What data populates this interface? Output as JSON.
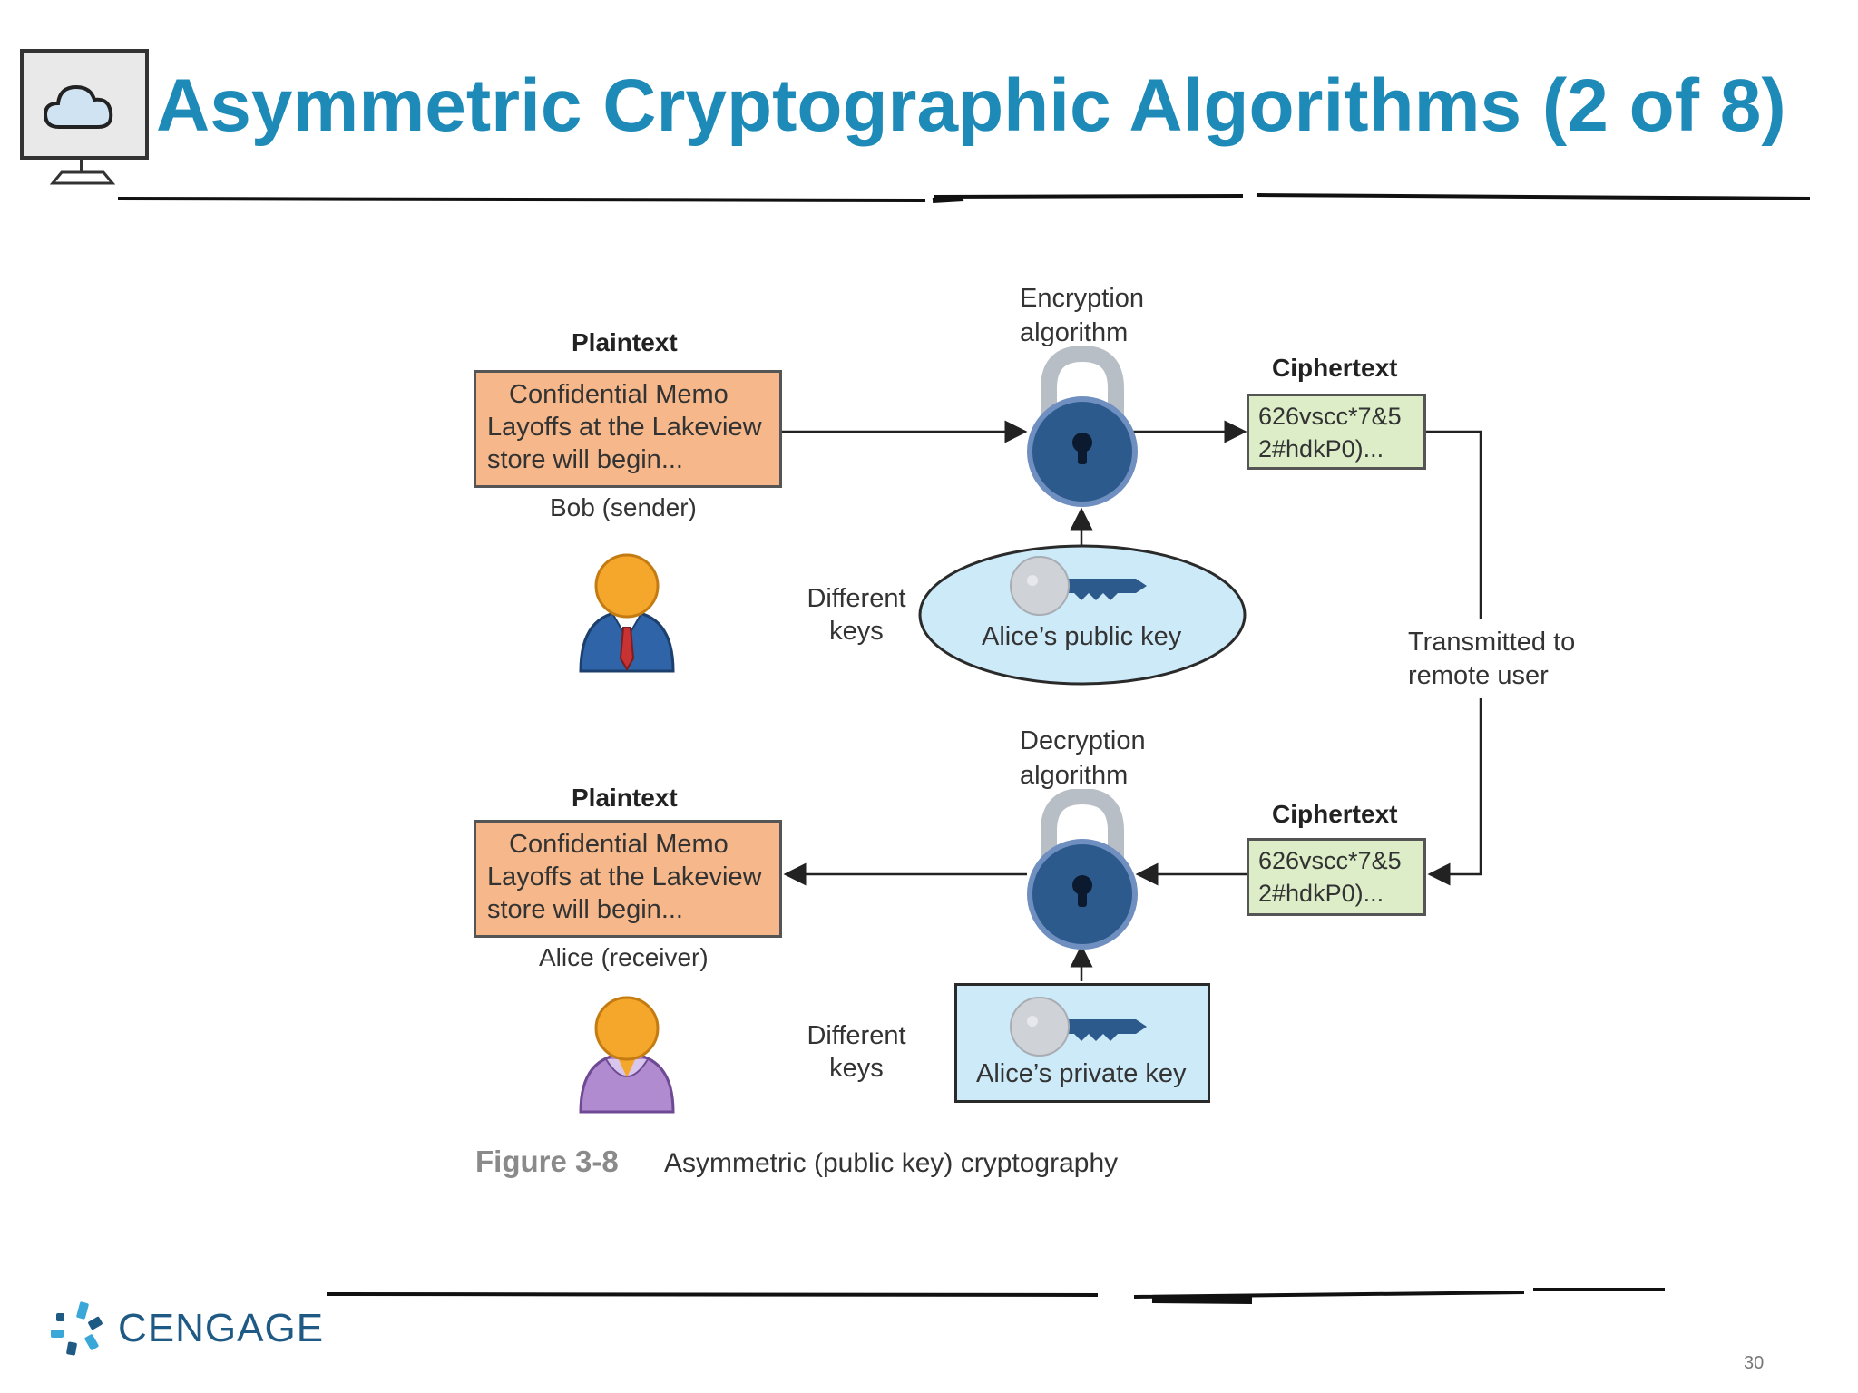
{
  "title": "Asymmetric Cryptographic Algorithms (2 of 8)",
  "diagram": {
    "top": {
      "plaintext_heading": "Plaintext",
      "memo_lines": [
        "Confidential Memo",
        "Layoffs at the Lakeview",
        "store will begin..."
      ],
      "person_label": "Bob (sender)",
      "algorithm_label": [
        "Encryption",
        "algorithm"
      ],
      "ciphertext_heading": "Ciphertext",
      "cipher_lines": [
        "626vscc*7&5",
        "2#hdkP0)..."
      ],
      "different_keys": [
        "Different",
        "keys"
      ],
      "key_label": "Alice’s public key"
    },
    "transmit_label": [
      "Transmitted to",
      "remote user"
    ],
    "bottom": {
      "plaintext_heading": "Plaintext",
      "memo_lines": [
        "Confidential Memo",
        "Layoffs at the Lakeview",
        "store will begin..."
      ],
      "person_label": "Alice (receiver)",
      "algorithm_label": [
        "Decryption",
        "algorithm"
      ],
      "ciphertext_heading": "Ciphertext",
      "cipher_lines": [
        "626vscc*7&5",
        "2#hdkP0)..."
      ],
      "different_keys": [
        "Different",
        "keys"
      ],
      "key_label": "Alice’s private key"
    },
    "caption_figure": "Figure 3-8",
    "caption_text": "Asymmetric (public key) cryptography"
  },
  "footer": {
    "brand": "CENGAGE",
    "page_number": "30"
  },
  "colors": {
    "title": "#1d8ab8",
    "memo_fill": "#f6b88a",
    "cipher_fill": "#dcedc8",
    "key_fill": "#cdeaf8",
    "lock_body": "#2d5a8c",
    "brand": "#1f5a85"
  },
  "icons": {
    "header": "cloud-monitor-icon",
    "lock": "padlock-icon",
    "key": "key-icon",
    "person": "person-icon",
    "logo": "cengage-logo-icon"
  }
}
